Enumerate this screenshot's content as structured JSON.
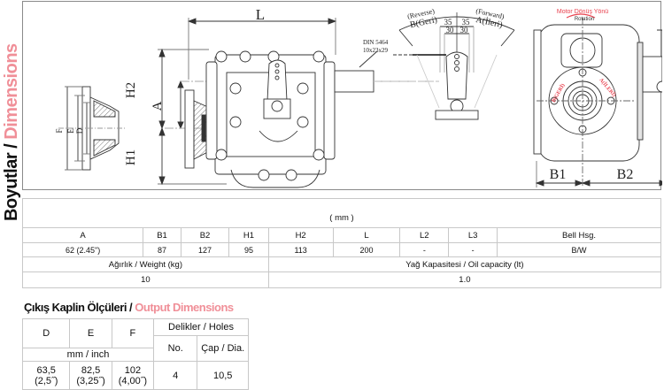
{
  "side_title": {
    "dark": "Boyutlar / ",
    "accent": "Dimensions"
  },
  "drawing": {
    "labels": {
      "L": "L",
      "H1": "H1",
      "H2": "H2",
      "A": "A",
      "B1": "B1",
      "B2": "B2",
      "F": "F",
      "E": "E",
      "D": "D",
      "din_line1": "DIN 5464",
      "din_line2": "10x23x29",
      "reverse": "(Reverse)",
      "geri": "B(Geri)",
      "forward": "(Forward)",
      "ileri": "A(İleri)",
      "dim35_left": "35",
      "dim35_right": "35",
      "dim30_left": "30",
      "dim30_right": "30",
      "motor_direction": "Motor Dönüş Yönü",
      "rotation": "Rotation",
      "gear_left": "B(GERİ)",
      "gear_right": "A(İLERİ)"
    },
    "accent_color": "#e8424f"
  },
  "dims_table": {
    "unit": "( mm )",
    "headers": [
      "A",
      "B1",
      "B2",
      "H1",
      "H2",
      "L",
      "L2",
      "L3",
      "Bell Hsg."
    ],
    "values": [
      "62 (2.45\")",
      "87",
      "127",
      "95",
      "113",
      "200",
      "-",
      "-",
      "B/W"
    ],
    "weight_label": "Ağırlık / Weight (kg)",
    "weight_value": "10",
    "oil_label": "Yağ Kapasitesi / Oil capacity (lt)",
    "oil_value": "1.0"
  },
  "output": {
    "title_dark": "Çıkış Kaplin Ölçüleri / ",
    "title_accent": "Output Dimensions",
    "headers": [
      "D",
      "E",
      "F"
    ],
    "holes_label": "Delikler / Holes",
    "no_label": "No.",
    "dia_label": "Çap / Dia.",
    "unit": "mm / inch",
    "values_mm": [
      "63,5",
      "82,5",
      "102"
    ],
    "values_inch": [
      "(2,5˝)",
      "(3,25˝)",
      "(4,00˝)"
    ],
    "holes_no": "4",
    "holes_dia": "10,5"
  }
}
